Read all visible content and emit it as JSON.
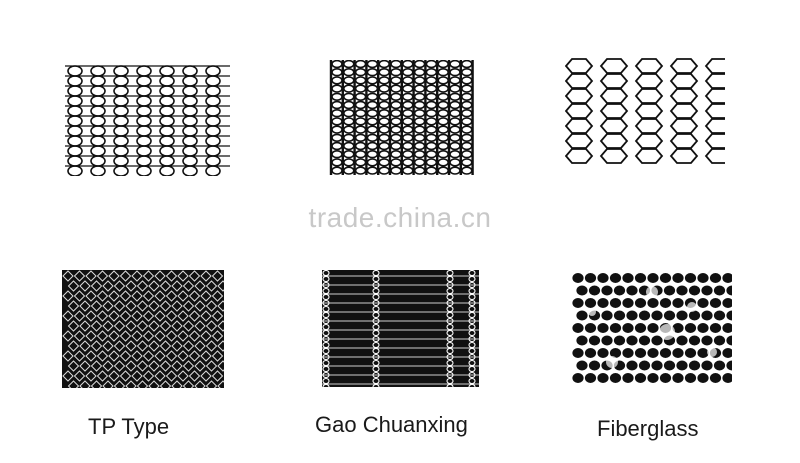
{
  "watermark": "trade.china.cn",
  "samples": [
    {
      "id": "tp-type-top",
      "style": "open-mesh-lines"
    },
    {
      "id": "gao-chuanxing-top",
      "style": "dense-mesh"
    },
    {
      "id": "fiberglass-top",
      "style": "large-hex-mesh"
    },
    {
      "id": "tp-type-bottom",
      "style": "dark-fine-mesh"
    },
    {
      "id": "gao-chuanxing-bottom",
      "style": "dark-ladder-mesh"
    },
    {
      "id": "fiberglass-bottom",
      "style": "dark-coarse-mesh"
    }
  ],
  "labels": {
    "tp_type": "TP Type",
    "gao_chuanxing": "Gao Chuanxing",
    "fiberglass": "Fiberglass"
  },
  "colors": {
    "ink": "#111111",
    "paper": "#ffffff",
    "watermark": "#c8c8c8"
  }
}
